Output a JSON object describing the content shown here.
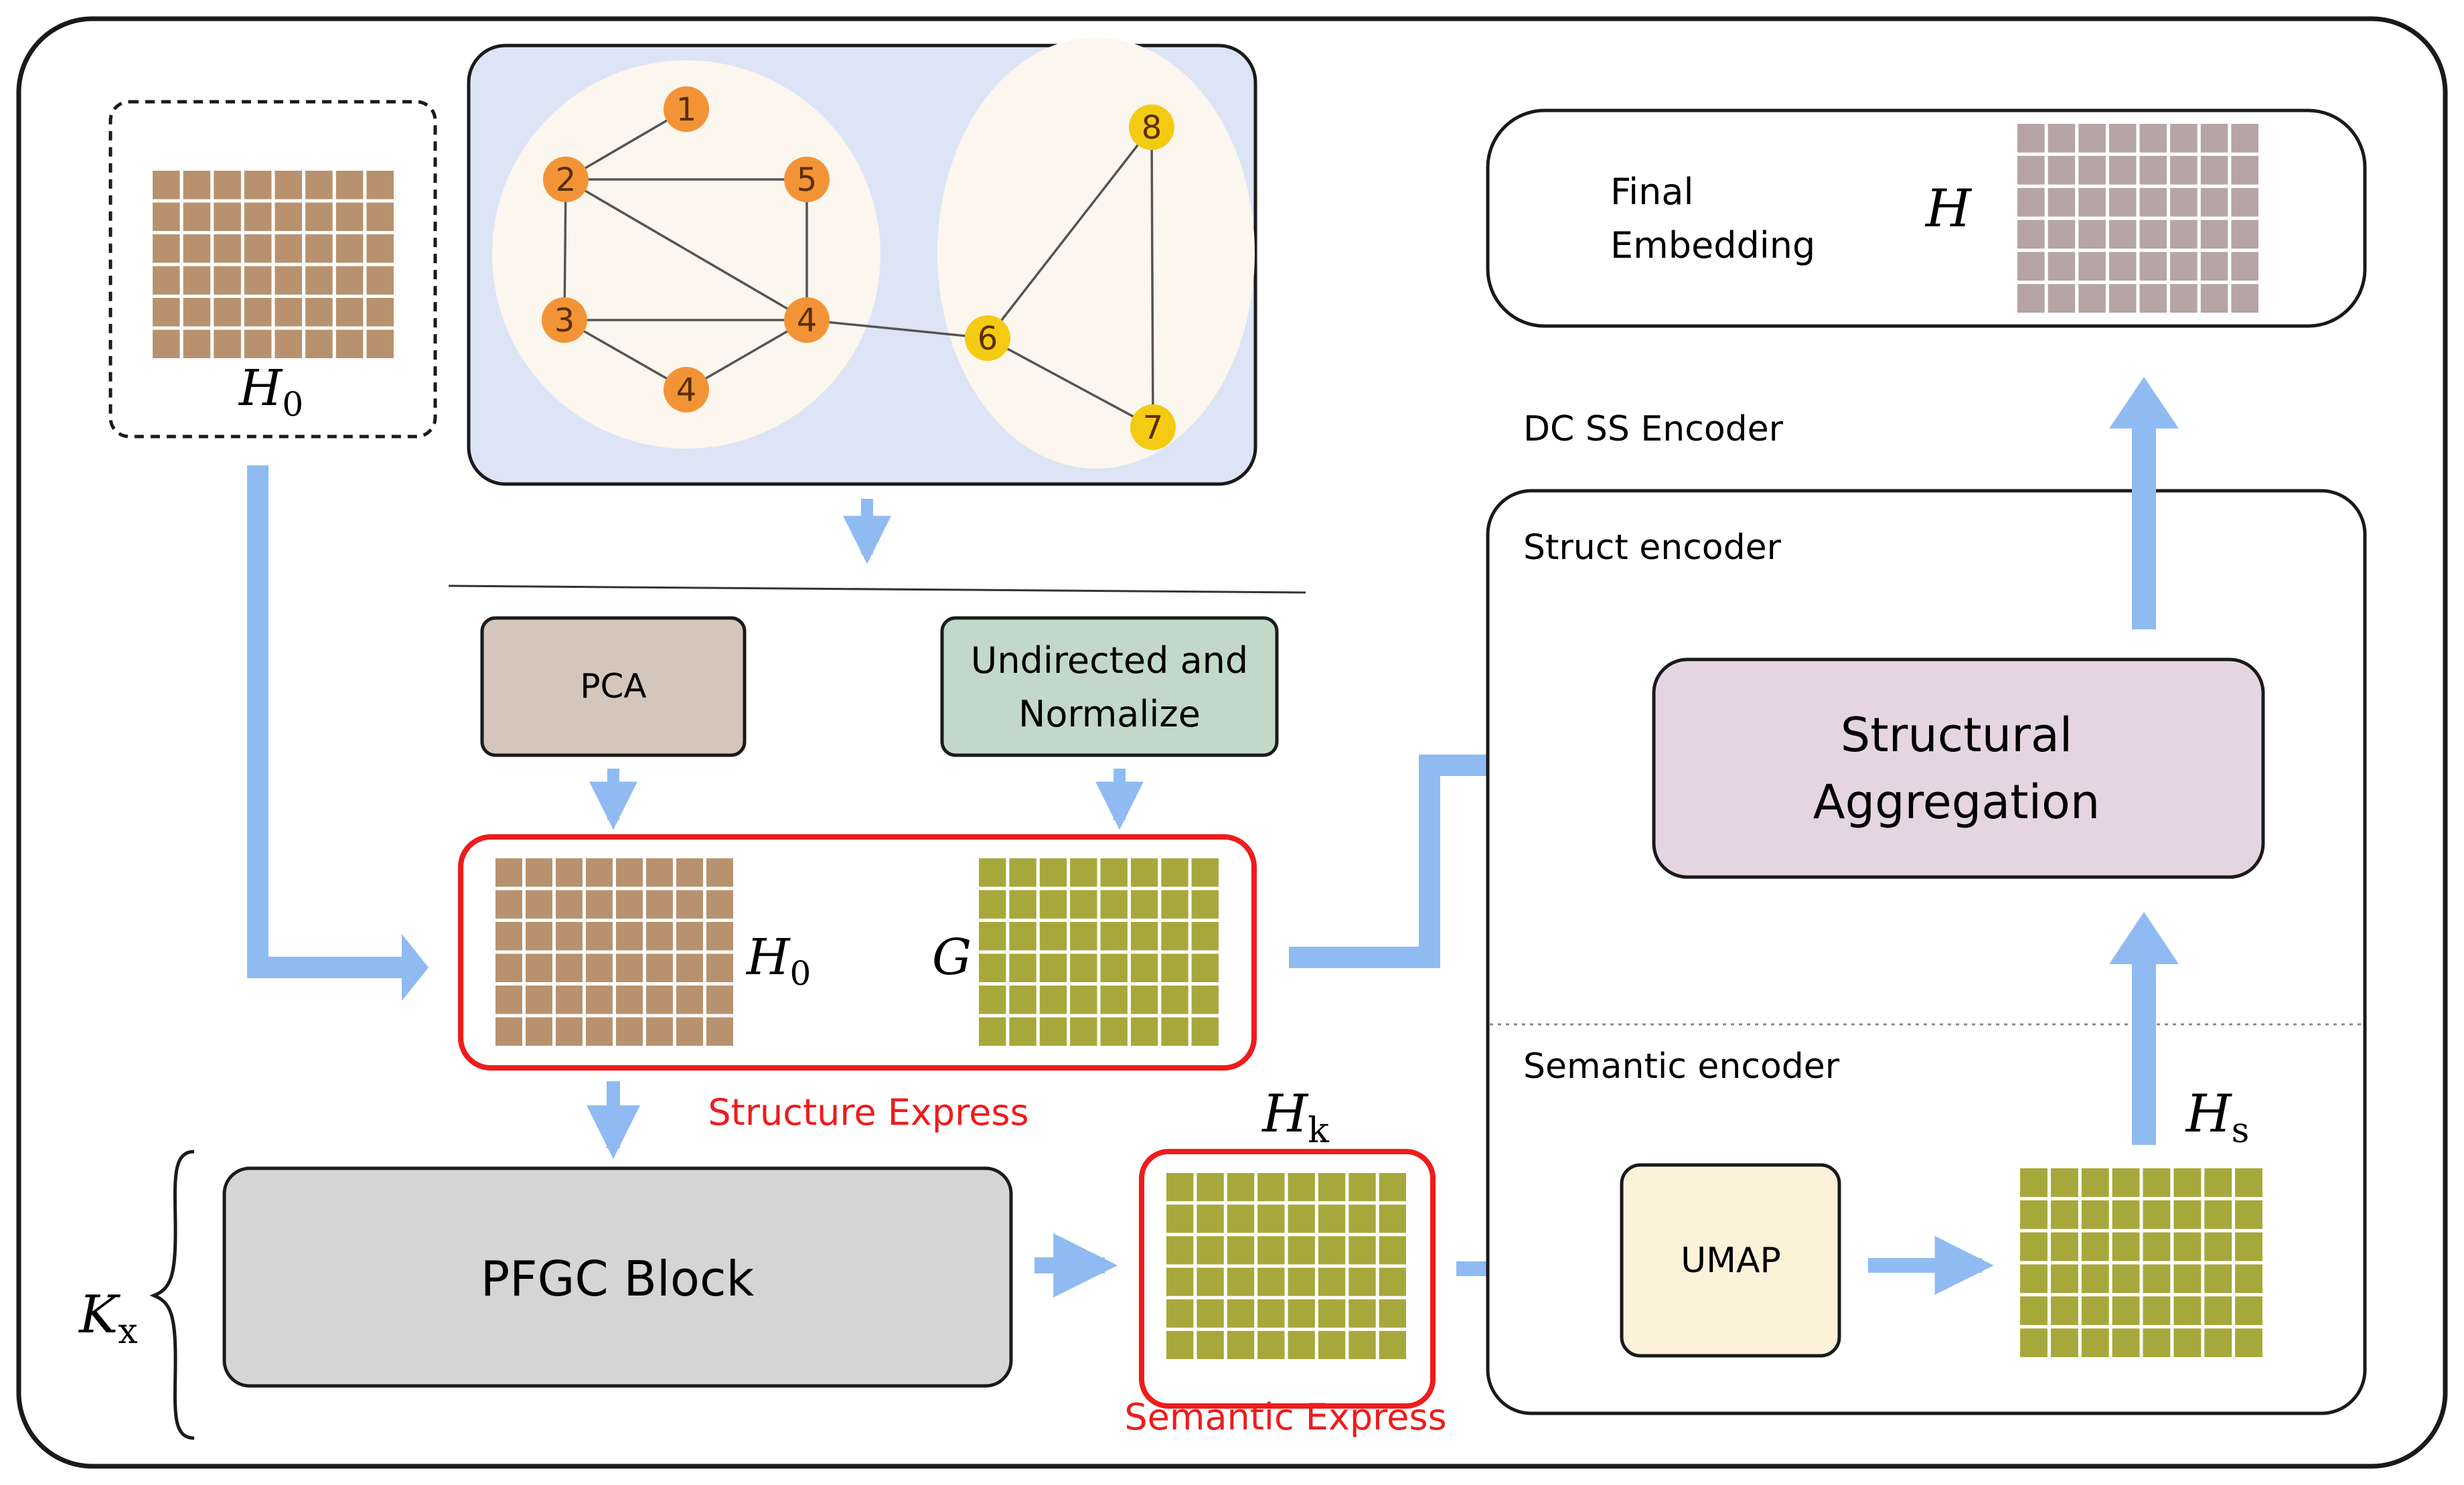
{
  "colors": {
    "brown_cell": "#b8926f",
    "brown_grout": "#ffffff",
    "olive_cell": "#a7a83b",
    "mauve_cell": "#b7a4a4",
    "arrow": "#8fbbf2",
    "red": "#ee1c1c",
    "graph_panel_bg": "#dde4f6",
    "community_bg": "#fbf6ee",
    "node_orange": "#f29436",
    "node_yellow": "#f4cb12",
    "pca_bg": "#d5c6bb",
    "normalize_bg": "#c2d9c9",
    "aggregation_bg": "#e5d5e1",
    "pfgc_bg": "#d5d5d5",
    "umap_bg": "#fcf2da"
  },
  "input": {
    "math": "H",
    "sub": "0"
  },
  "graph": {
    "nodes": [
      {
        "id": "1",
        "color": "orange"
      },
      {
        "id": "2",
        "color": "orange"
      },
      {
        "id": "3",
        "color": "orange"
      },
      {
        "id": "4",
        "color": "orange"
      },
      {
        "id": "5",
        "color": "orange"
      },
      {
        "id": "6",
        "color": "yellow"
      },
      {
        "id": "7",
        "color": "yellow"
      },
      {
        "id": "8",
        "color": "yellow"
      }
    ],
    "edges": [
      [
        "1",
        "2"
      ],
      [
        "2",
        "5"
      ],
      [
        "2",
        "3"
      ],
      [
        "2",
        "4"
      ],
      [
        "5",
        "4"
      ],
      [
        "3",
        "4"
      ],
      [
        "3",
        "4b"
      ],
      [
        "4",
        "6"
      ],
      [
        "6",
        "8"
      ],
      [
        "6",
        "7"
      ],
      [
        "8",
        "7"
      ]
    ]
  },
  "pca": {
    "label": "PCA"
  },
  "normalize": {
    "line1": "Undirected and",
    "line2": "Normalize"
  },
  "structure": {
    "h_math": "H",
    "h_sub": "0",
    "g_math": "G",
    "caption": "Structure Express"
  },
  "pfgc": {
    "label": "PFGC Block",
    "repeat_math": "K",
    "repeat_sub": "x"
  },
  "semantic_out": {
    "math": "H",
    "sub": "k",
    "caption": "Semantic Express"
  },
  "encoder": {
    "title": "DC SS Encoder",
    "struct_label": "Struct encoder",
    "semantic_label": "Semantic encoder",
    "aggregation_line1": "Structural",
    "aggregation_line2": "Aggregation",
    "umap_label": "UMAP",
    "hs_math": "H",
    "hs_sub": "s"
  },
  "final": {
    "line1": "Final",
    "line2": "Embedding",
    "math": "H"
  }
}
